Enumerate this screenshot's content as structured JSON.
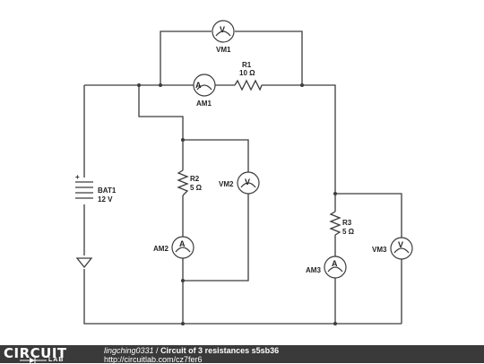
{
  "components": {
    "vm1": {
      "name": "VM1",
      "letter": "V"
    },
    "am1": {
      "name": "AM1",
      "letter": "A"
    },
    "r1": {
      "name": "R1",
      "value": "10 Ω"
    },
    "bat1": {
      "name": "BAT1",
      "value": "12 V",
      "plus": "+"
    },
    "r2": {
      "name": "R2",
      "value": "5 Ω"
    },
    "vm2": {
      "name": "VM2",
      "letter": "V"
    },
    "am2": {
      "name": "AM2",
      "letter": "A"
    },
    "r3": {
      "name": "R3",
      "value": "5 Ω"
    },
    "am3": {
      "name": "AM3",
      "letter": "A"
    },
    "vm3": {
      "name": "VM3",
      "letter": "V"
    }
  },
  "footer": {
    "logo_top": "CIRCUIT",
    "logo_bottom": "LAB",
    "author": "lingching0331",
    "separator": " / ",
    "title": "Circuit of 3 resistances s5sb36",
    "url": "http://circuitlab.com/cz7fer6"
  }
}
